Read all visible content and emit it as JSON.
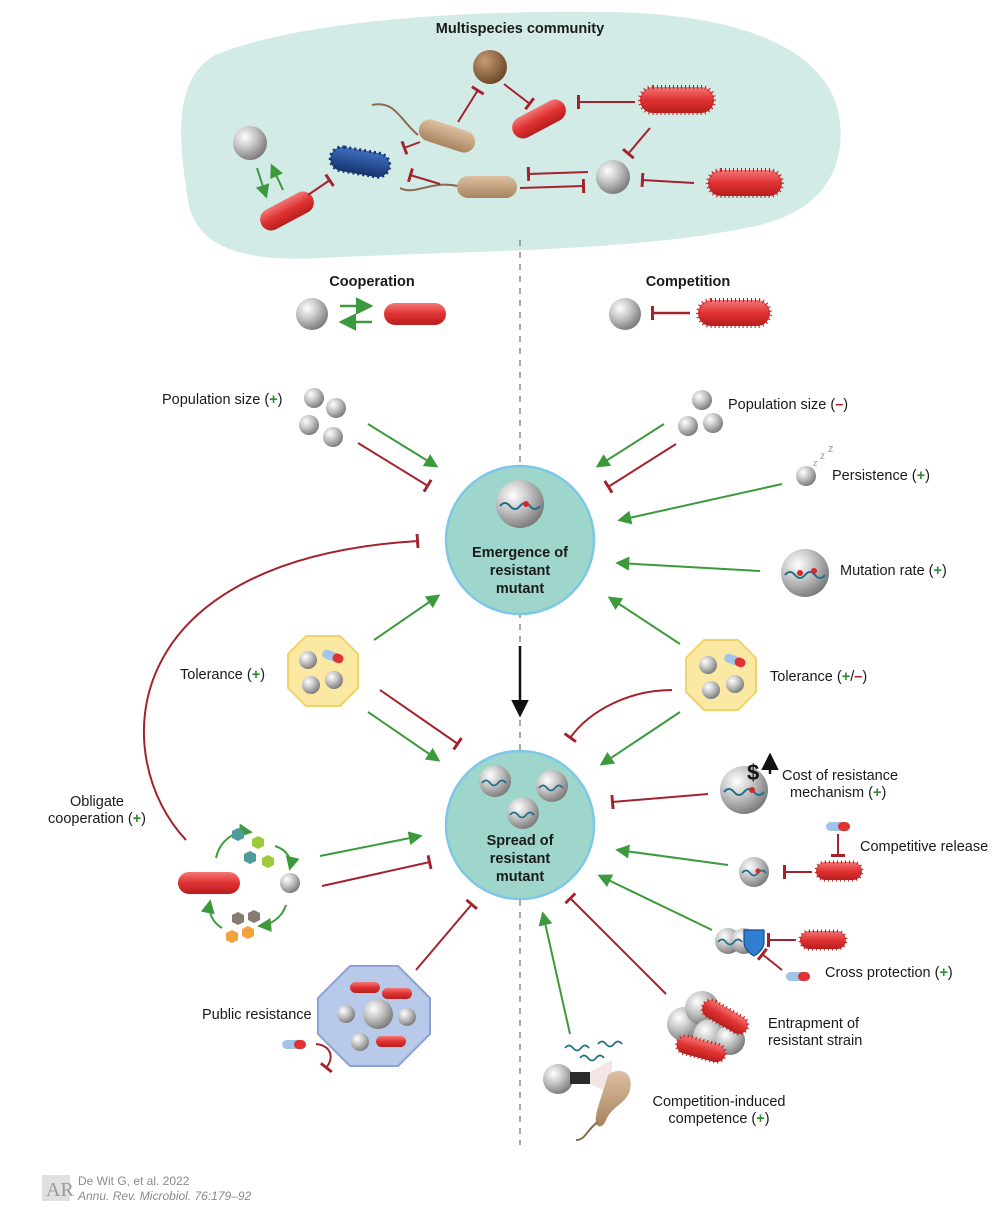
{
  "community": {
    "title": "Multispecies community"
  },
  "interactions": {
    "cooperation": "Cooperation",
    "competition": "Competition"
  },
  "hubs": {
    "emergence": {
      "line1": "Emergence of",
      "line2": "resistant",
      "line3": "mutant"
    },
    "spread": {
      "line1": "Spread of",
      "line2": "resistant",
      "line3": "mutant"
    }
  },
  "factors": {
    "pop_size_plus": {
      "text": "Population size (",
      "sign": "+",
      "close": ")"
    },
    "pop_size_minus": {
      "text": "Population size (",
      "sign": "–",
      "close": ")"
    },
    "persistence": {
      "text": "Persistence (",
      "sign": "+",
      "close": ")"
    },
    "mutation_rate": {
      "text": "Mutation rate (",
      "sign": "+",
      "close": ")"
    },
    "tolerance_left": {
      "text": "Tolerance (",
      "sign": "+",
      "close": ")"
    },
    "tolerance_right": {
      "text": "Tolerance  (",
      "sign_plus": "+",
      "slash": "/",
      "sign_minus": "–",
      "close": ")"
    },
    "cost": {
      "line1": "Cost of resistance",
      "line2": "mechanism (",
      "sign": "+",
      "close": ")"
    },
    "competitive_release": {
      "text": "Competitive release"
    },
    "cross_protection": {
      "text": "Cross protection (",
      "sign": "+",
      "close": ")"
    },
    "entrapment": {
      "line1": "Entrapment of",
      "line2": "resistant strain"
    },
    "competence": {
      "line1": "Competition-induced",
      "line2": "competence (",
      "sign": "+",
      "close": ")"
    },
    "public_resistance": {
      "text": "Public resistance"
    },
    "obligate": {
      "line1": "Obligate",
      "line2": "cooperation (",
      "sign": "+",
      "close": ")"
    }
  },
  "citation": {
    "line1": "De Wit G, et al. 2022",
    "line2": "Annu. Rev. Microbiol. 76:179–92"
  },
  "colors": {
    "promote": "#3c9a3c",
    "inhibit": "#a3222b",
    "background_blob": "#d3ebe6",
    "hub_fill": "#9fd6cc",
    "hub_stroke": "#7fc7e6",
    "octagon_fill": "#fbe8a2",
    "blue_octagon": "#b9c9ea"
  }
}
